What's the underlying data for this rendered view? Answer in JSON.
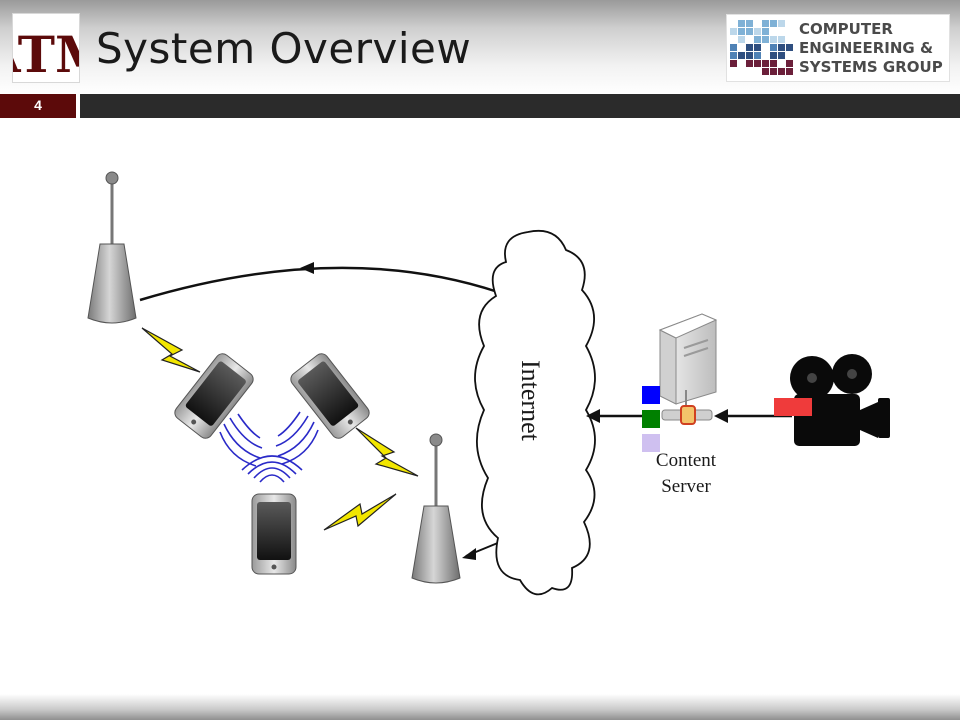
{
  "slide": {
    "title": "System Overview",
    "page_number": "4"
  },
  "logos": {
    "university_monogram": "ATM",
    "group_name_lines": [
      "COMPUTER",
      "ENGINEERING &",
      "SYSTEMS GROUP"
    ]
  },
  "diagram": {
    "internet_label": "Internet",
    "server_label_lines": [
      "Content",
      "Server"
    ]
  },
  "colors": {
    "brand_maroon": "#5c0a0a",
    "band": "#2b2b2b",
    "waves": "#2a2ac8",
    "lightning": "#f2e600",
    "packet_blue": "#0000ff",
    "packet_green": "#008000",
    "packet_lavender": "#cfc0f0",
    "camera_red": "#ef3b3b"
  }
}
